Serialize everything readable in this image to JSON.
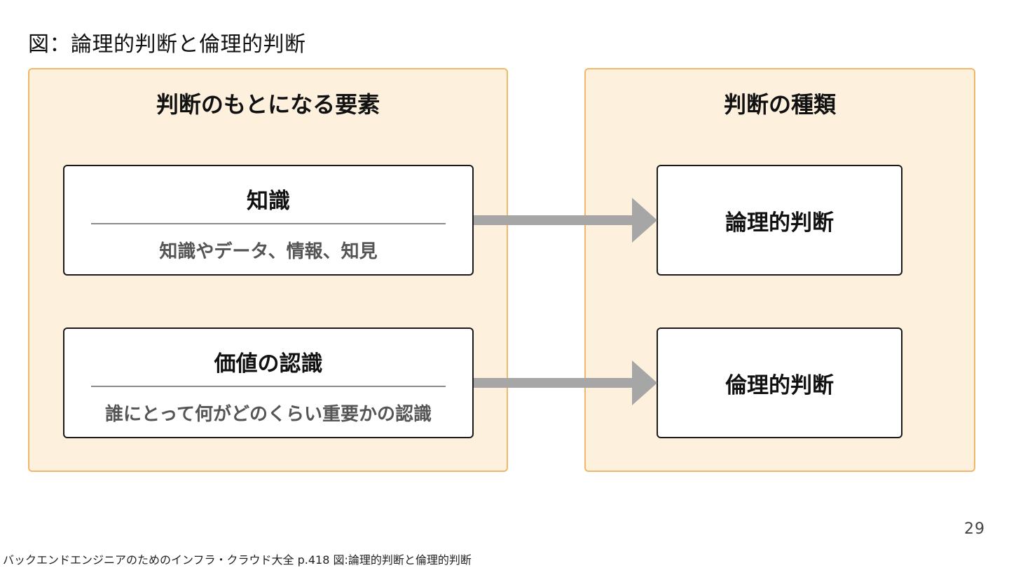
{
  "title": "図：論理的判断と倫理的判断",
  "left_panel": {
    "heading": "判断のもとになる要素",
    "cards": [
      {
        "title": "知識",
        "subtitle": "知識やデータ、情報、知見"
      },
      {
        "title": "価値の認識",
        "subtitle": "誰にとって何がどのくらい重要かの認識"
      }
    ]
  },
  "right_panel": {
    "heading": "判断の種類",
    "cards": [
      {
        "label": "論理的判断"
      },
      {
        "label": "倫理的判断"
      }
    ]
  },
  "colors": {
    "panel_fill": "#fdf1de",
    "panel_border": "#f0b868",
    "arrow": "#a6a6a6",
    "card_border": "#1a1a1a"
  },
  "page_number": "29",
  "source": "バックエンドエンジニアのためのインフラ・クラウド大全 p.418 図:論理的判断と倫理的判断"
}
